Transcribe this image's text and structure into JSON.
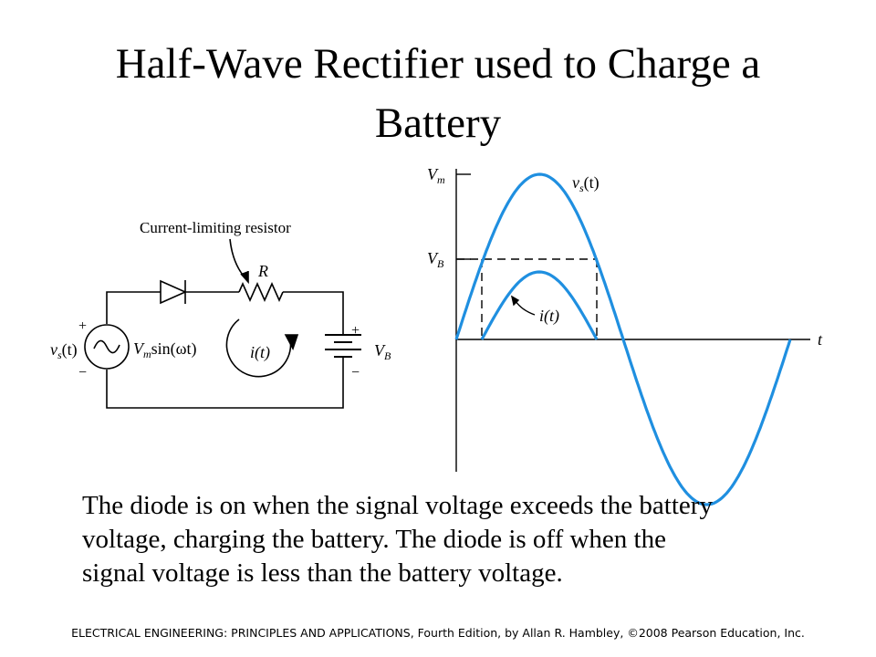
{
  "slide": {
    "title_line1": "Half-Wave Rectifier used to Charge a",
    "title_line2": "Battery",
    "body_lines": [
      "The diode is on when the signal voltage exceeds the battery",
      "voltage, charging the battery.  The diode is off when the",
      "signal voltage is less than the battery voltage."
    ],
    "footer": "ELECTRICAL ENGINEERING: PRINCIPLES AND APPLICATIONS, Fourth Edition, by Allan R. Hambley, ©2008 Pearson Education, Inc."
  },
  "circuit": {
    "resistor_annotation": "Current-limiting resistor",
    "resistor_label": "R",
    "source_label": "v",
    "source_label_sub": "s",
    "source_label_tail": "(t)",
    "source_expr_base": "V",
    "source_expr_sub": "m",
    "source_expr_tail": "sin(ωt)",
    "current_label": "i(t)",
    "battery_label": "V",
    "battery_label_sub": "B",
    "plus": "+",
    "minus": "−"
  },
  "waveform": {
    "vm_label": "V",
    "vm_sub": "m",
    "vb_label": "V",
    "vb_sub": "B",
    "vs_label": "v",
    "vs_sub": "s",
    "vs_tail": "(t)",
    "i_label": "i(t)",
    "t_label": "t",
    "curve_color": "#1f8fe0"
  }
}
